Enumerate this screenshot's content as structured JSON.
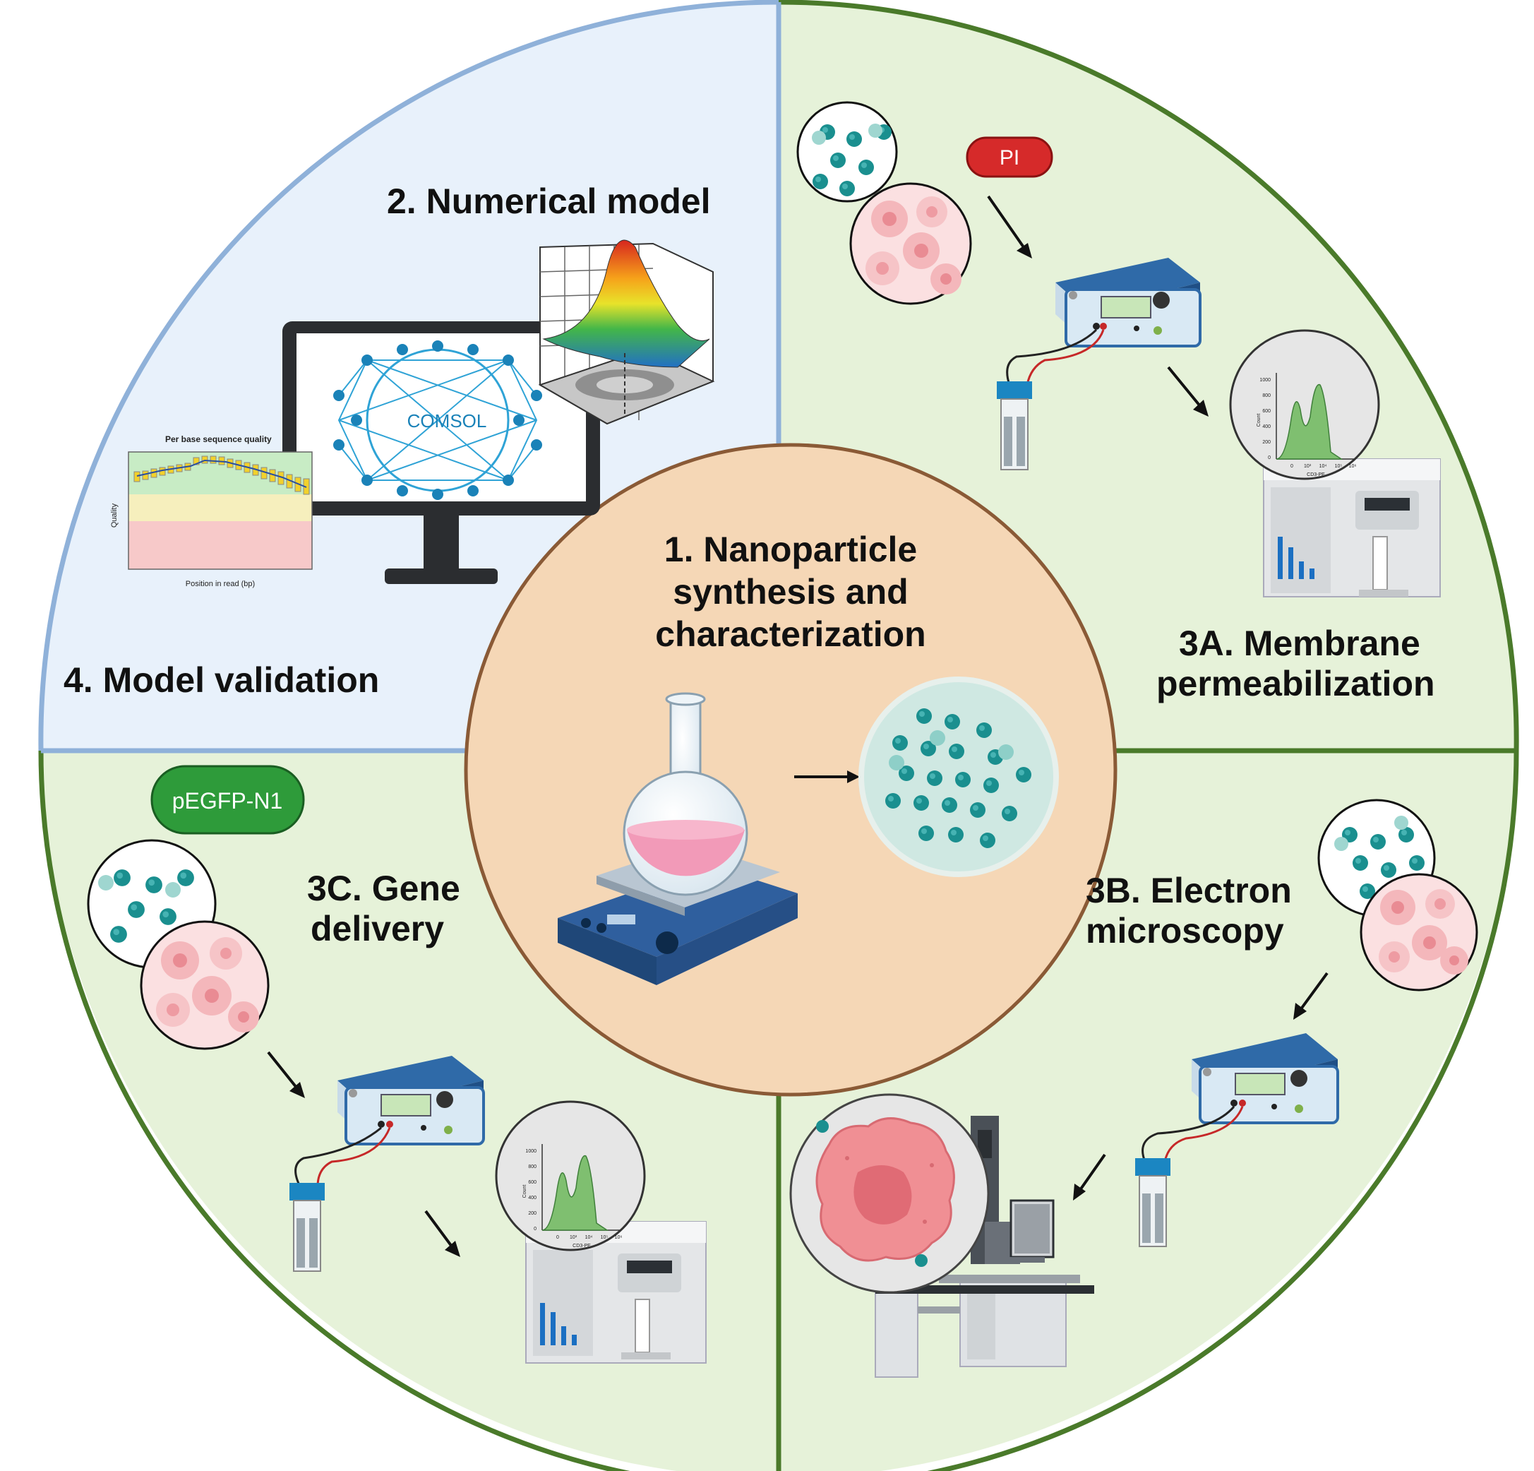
{
  "colors": {
    "quadrant_green_bg": "#e6f2d9",
    "quadrant_green_border": "#4a7a2a",
    "quadrant_blue_bg": "#e8f1fb",
    "quadrant_blue_border": "#8fb1d9",
    "center_bg": "#f5d7b6",
    "center_border": "#8a5a36",
    "np_teal": "#1a8f8f",
    "cell_pink": "#f7c3c6",
    "pi_tag": "#d62a2a",
    "gfp_tag": "#2e9b3a"
  },
  "center": {
    "title_line1": "1. Nanoparticle",
    "title_line2": "synthesis and",
    "title_line3": "characterization"
  },
  "numerical_model": {
    "title": "2. Numerical model",
    "software": "COMSOL"
  },
  "model_validation": {
    "title": "4. Model validation",
    "plot_title": "Per base sequence quality",
    "plot_ylabel": "Quality",
    "plot_xlabel": "Position in read (bp)"
  },
  "membrane": {
    "title_line1": "3A. Membrane",
    "title_line2": "permeabilization",
    "tag": "PI"
  },
  "electron": {
    "title_line1": "3B. Electron",
    "title_line2": "microscopy"
  },
  "gene": {
    "title_line1": "3C. Gene",
    "title_line2": "delivery",
    "tag": "pEGFP-N1"
  },
  "histogram": {
    "ylabel": "Count",
    "xlabel": "CD3-PE",
    "yticks": [
      "1000",
      "800",
      "600",
      "400",
      "200",
      "0"
    ],
    "xticks": [
      "0",
      "10³",
      "10⁴",
      "10⁵",
      "10⁶"
    ]
  }
}
